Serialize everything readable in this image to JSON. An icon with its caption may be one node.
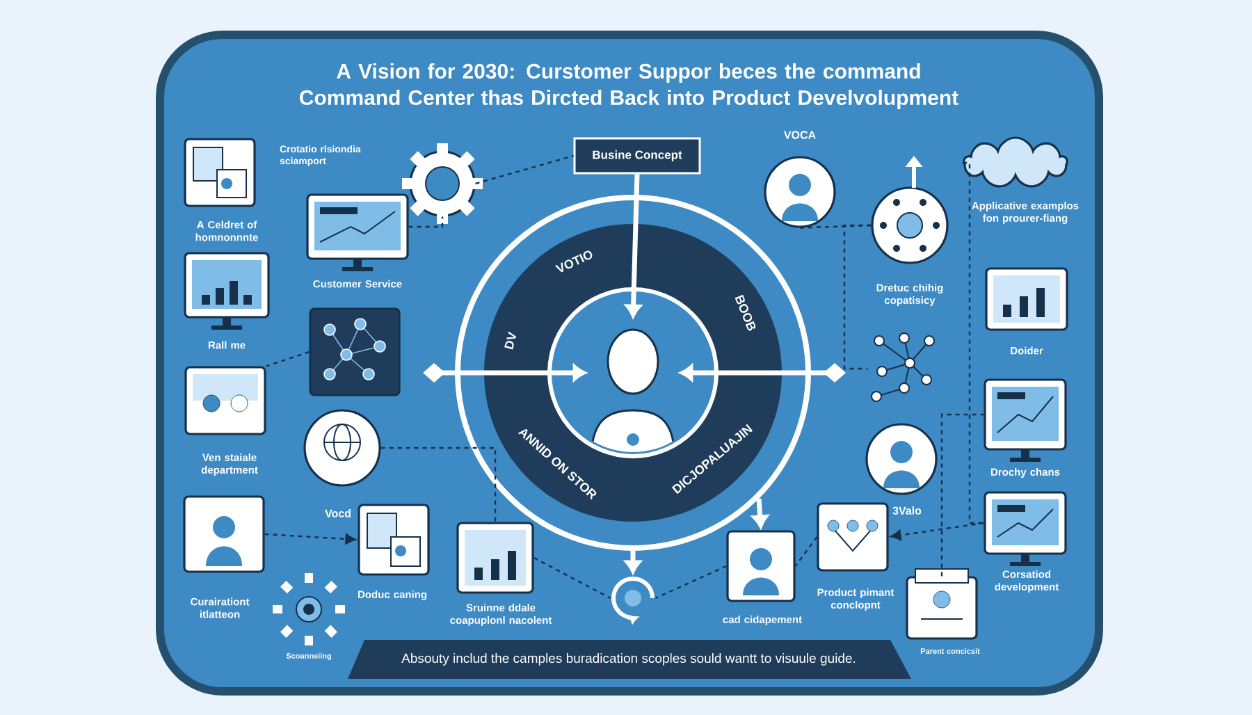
{
  "diagram": {
    "title": "A Vision for 2030: Curstomer Suppor beces the command Command Center thas Dircted Back into Product Develvolupment",
    "nodes": [
      {
        "text": [
          "A Celdret of homnonnnte"
        ]
      },
      {
        "text": [],
        "shape": "picture"
      },
      {
        "text": [
          "Busine Concept"
        ]
      },
      {
        "text": [],
        "shape": "circle",
        "beside": [
          "VOCA"
        ]
      },
      {
        "text": [
          "Applicative examplos fon prourer-fiang"
        ]
      },
      {
        "text": [
          "Customer Service"
        ]
      },
      {
        "text": [
          "Rall me"
        ]
      },
      {
        "text": [
          "Dretuc chihig copatisicy"
        ]
      },
      {
        "text": [
          "VOTIO",
          "BOOB",
          "DV",
          "ANNID ON STOR",
          "DICJOPALUAJIN"
        ]
      },
      {
        "text": [],
        "shape": "person",
        "in": 8
      },
      {
        "text": [
          "Doider"
        ]
      },
      {
        "text": [],
        "shape": "picture"
      },
      {
        "text": [],
        "shape": "picture"
      },
      {
        "text": [
          "Ven staiale department"
        ]
      },
      {
        "text": [
          "Drochy chans"
        ]
      },
      {
        "text": [],
        "shape": "circle"
      },
      {
        "text": [],
        "shape": "circle"
      },
      {
        "text": [
          "Curairationt itlatteon"
        ]
      },
      {
        "text": [
          "Doduc caning"
        ],
        "beside": [
          "Vocd"
        ]
      },
      {
        "text": [
          "Product pimant conclopnt"
        ]
      },
      {
        "text": [
          "Corsatiod development"
        ]
      },
      {
        "text": [
          "Sruinne ddale coapuplonl nacolent"
        ]
      },
      {
        "text": [
          "cad cidapement"
        ]
      },
      {
        "text": [],
        "shape": "picture"
      },
      {
        "text": [
          "Scoanneiing"
        ]
      },
      {
        "text": [
          "Parent concicsit"
        ]
      }
    ],
    "edges": [
      {
        "from": 2,
        "to": 9,
        "arrow": "to",
        "style": "thick",
        "color": "#ffffff"
      },
      {
        "from": null,
        "to": 9,
        "arrow": "to",
        "style": "thick",
        "color": "#ffffff"
      },
      {
        "from": null,
        "to": 9,
        "arrow": "to",
        "style": "thick",
        "color": "#ffffff"
      },
      {
        "from": 8,
        "to": 23,
        "arrow": "to",
        "style": "thick",
        "color": "#ffffff"
      },
      {
        "from": 8,
        "to": 22,
        "arrow": "to",
        "style": "thick",
        "color": "#ffffff"
      },
      {
        "from": 1,
        "to": 2,
        "arrow": "none",
        "style": "dashed"
      },
      {
        "from": 5,
        "to": 1,
        "arrow": "none",
        "style": "dashed"
      },
      {
        "from": 3,
        "to": 7,
        "arrow": "none",
        "style": "dashed"
      },
      {
        "from": 4,
        "to": 20,
        "arrow": "none",
        "style": "dashed"
      },
      {
        "from": 11,
        "to": 13,
        "arrow": "none",
        "style": "dashed"
      },
      {
        "from": 17,
        "to": 18,
        "arrow": "to",
        "style": "dashed"
      },
      {
        "from": 15,
        "to": 21,
        "arrow": "none",
        "style": "dashed"
      },
      {
        "from": 21,
        "to": 23,
        "arrow": "none",
        "style": "dashed"
      },
      {
        "from": 22,
        "to": 23,
        "arrow": "none",
        "style": "dashed"
      },
      {
        "from": 20,
        "to": 19,
        "arrow": "to",
        "style": "dashed"
      },
      {
        "from": 19,
        "to": 22,
        "arrow": "none",
        "style": "dashed"
      },
      {
        "from": 25,
        "to": 14,
        "arrow": "none",
        "style": "dashed"
      },
      {
        "from": 7,
        "to": 12,
        "arrow": "none",
        "style": "dashed"
      }
    ],
    "labels": [
      "Crotatio rlsiondia sciamport",
      "3Valo",
      "Absouty includ the camples buradication scoples sould wantt to visuule guide."
    ]
  }
}
